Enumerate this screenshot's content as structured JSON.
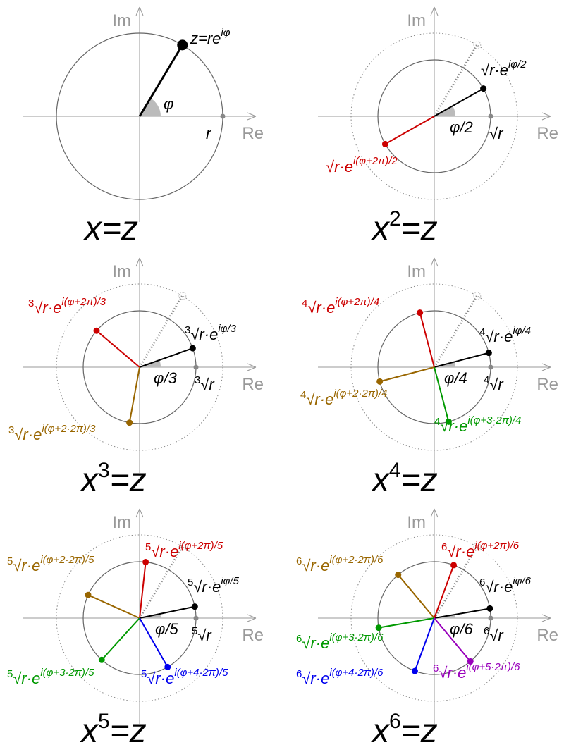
{
  "axes": {
    "im": "Im",
    "re": "Re"
  },
  "colors": {
    "black": "#000000",
    "red": "#cc0000",
    "brown": "#996600",
    "green": "#009900",
    "blue": "#0000ee",
    "purple": "#9900bb",
    "axis": "#999999",
    "circle": "#666666",
    "wedge": "#bbbbbb"
  },
  "panels": [
    {
      "n": 1,
      "equation": {
        "base": "x",
        "exponent": "",
        "rhs": "=z"
      },
      "angle_label": "φ",
      "radius_label": {
        "prefix": "",
        "main": "r"
      },
      "roots": [
        {
          "k": 0,
          "color": "black",
          "prefix": "",
          "main": "z=re",
          "exponent": "iφ"
        }
      ]
    },
    {
      "n": 2,
      "equation": {
        "base": "x",
        "exponent": "2",
        "rhs": "=z"
      },
      "angle_label": "φ/2",
      "radius_label": {
        "prefix": "",
        "main": "√r"
      },
      "roots": [
        {
          "k": 0,
          "color": "black",
          "prefix": "",
          "main": "√r·e",
          "exponent": "iφ/2"
        },
        {
          "k": 1,
          "color": "red",
          "prefix": "",
          "main": "√r·e",
          "exponent": "i(φ+2π)/2"
        }
      ]
    },
    {
      "n": 3,
      "equation": {
        "base": "x",
        "exponent": "3",
        "rhs": "=z"
      },
      "angle_label": "φ/3",
      "radius_label": {
        "prefix": "3",
        "main": "√r"
      },
      "roots": [
        {
          "k": 0,
          "color": "black",
          "prefix": "3",
          "main": "√r·e",
          "exponent": "iφ/3"
        },
        {
          "k": 1,
          "color": "red",
          "prefix": "3",
          "main": "√r·e",
          "exponent": "i(φ+2π)/3"
        },
        {
          "k": 2,
          "color": "brown",
          "prefix": "3",
          "main": "√r·e",
          "exponent": "i(φ+2·2π)/3"
        }
      ]
    },
    {
      "n": 4,
      "equation": {
        "base": "x",
        "exponent": "4",
        "rhs": "=z"
      },
      "angle_label": "φ/4",
      "radius_label": {
        "prefix": "4",
        "main": "√r"
      },
      "roots": [
        {
          "k": 0,
          "color": "black",
          "prefix": "4",
          "main": "√r·e",
          "exponent": "iφ/4"
        },
        {
          "k": 1,
          "color": "red",
          "prefix": "4",
          "main": "√r·e",
          "exponent": "i(φ+2π)/4"
        },
        {
          "k": 2,
          "color": "brown",
          "prefix": "4",
          "main": "√r·e",
          "exponent": "i(φ+2·2π)/4"
        },
        {
          "k": 3,
          "color": "green",
          "prefix": "4",
          "main": "√r·e",
          "exponent": "i(φ+3·2π)/4"
        }
      ]
    },
    {
      "n": 5,
      "equation": {
        "base": "x",
        "exponent": "5",
        "rhs": "=z"
      },
      "angle_label": "φ/5",
      "radius_label": {
        "prefix": "5",
        "main": "√r"
      },
      "roots": [
        {
          "k": 0,
          "color": "black",
          "prefix": "5",
          "main": "√r·e",
          "exponent": "iφ/5"
        },
        {
          "k": 1,
          "color": "red",
          "prefix": "5",
          "main": "√r·e",
          "exponent": "i(φ+2π)/5"
        },
        {
          "k": 2,
          "color": "brown",
          "prefix": "5",
          "main": "√r·e",
          "exponent": "i(φ+2·2π)/5"
        },
        {
          "k": 3,
          "color": "green",
          "prefix": "5",
          "main": "√r·e",
          "exponent": "i(φ+3·2π)/5"
        },
        {
          "k": 4,
          "color": "blue",
          "prefix": "5",
          "main": "√r·e",
          "exponent": "i(φ+4·2π)/5"
        }
      ]
    },
    {
      "n": 6,
      "equation": {
        "base": "x",
        "exponent": "6",
        "rhs": "=z"
      },
      "angle_label": "φ/6",
      "radius_label": {
        "prefix": "6",
        "main": "√r"
      },
      "roots": [
        {
          "k": 0,
          "color": "black",
          "prefix": "6",
          "main": "√r·e",
          "exponent": "iφ/6"
        },
        {
          "k": 1,
          "color": "red",
          "prefix": "6",
          "main": "√r·e",
          "exponent": "i(φ+2π)/6"
        },
        {
          "k": 2,
          "color": "brown",
          "prefix": "6",
          "main": "√r·e",
          "exponent": "i(φ+2·2π)/6"
        },
        {
          "k": 3,
          "color": "green",
          "prefix": "6",
          "main": "√r·e",
          "exponent": "i(φ+3·2π)/6"
        },
        {
          "k": 4,
          "color": "blue",
          "prefix": "6",
          "main": "√r·e",
          "exponent": "i(φ+4·2π)/6"
        },
        {
          "k": 5,
          "color": "purple",
          "prefix": "6",
          "main": "√r·e",
          "exponent": "i(φ+5·2π)/6"
        }
      ]
    }
  ]
}
